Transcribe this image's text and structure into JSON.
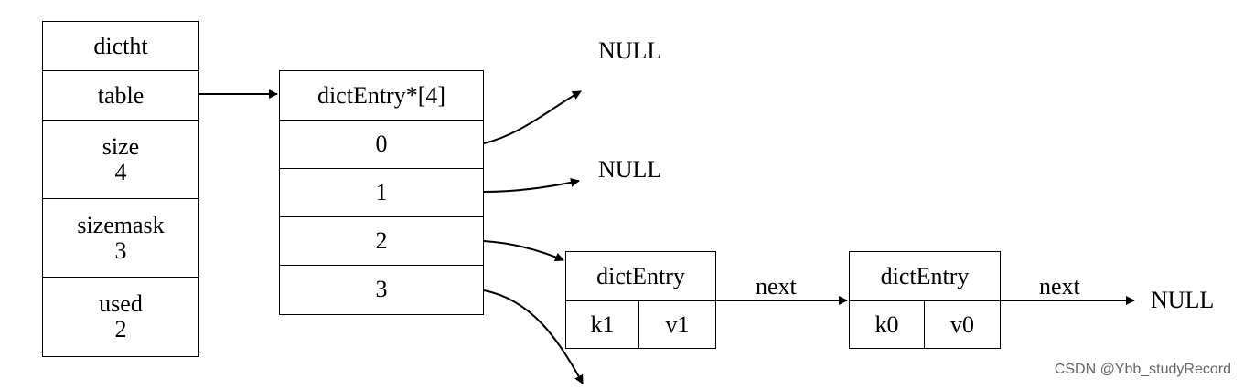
{
  "dictht": {
    "title": "dictht",
    "table": "table",
    "size_label": "size",
    "size_value": "4",
    "sizemask_label": "sizemask",
    "sizemask_value": "3",
    "used_label": "used",
    "used_value": "2"
  },
  "array": {
    "title": "dictEntry*[4]",
    "slots": [
      "0",
      "1",
      "2",
      "3"
    ]
  },
  "entry1": {
    "title": "dictEntry",
    "key": "k1",
    "value": "v1"
  },
  "entry0": {
    "title": "dictEntry",
    "key": "k0",
    "value": "v0"
  },
  "labels": {
    "null_top": "NULL",
    "null_mid": "NULL",
    "null_end": "NULL",
    "next_1": "next",
    "next_2": "next"
  },
  "watermark": "CSDN @Ybb_studyRecord"
}
